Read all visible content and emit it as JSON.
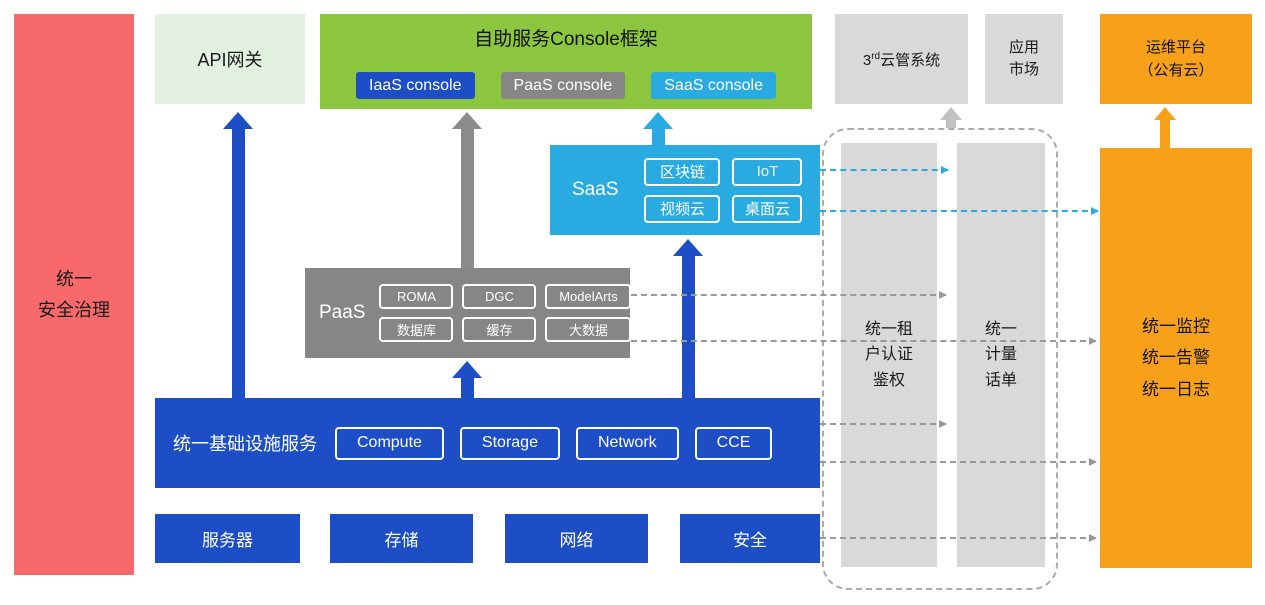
{
  "colors": {
    "red": "#F8696C",
    "light_green": "#E3F1E0",
    "green": "#8CC63F",
    "blue": "#1D4EC6",
    "light_blue": "#29ABE2",
    "gray": "#868686",
    "light_gray": "#D9D9D9",
    "orange": "#F7A11B",
    "dashed_line_gray": "#999999"
  },
  "security_bar": {
    "label": "统一\n安全治理"
  },
  "api_gateway": {
    "label": "API网关"
  },
  "console_frame": {
    "title": "自助服务Console框架",
    "buttons": [
      {
        "label": "IaaS console"
      },
      {
        "label": "PaaS console"
      },
      {
        "label": "SaaS console"
      }
    ]
  },
  "third_party_cloud": {
    "prefix": "3",
    "sup": "rd",
    "suffix": "云管系统"
  },
  "app_market": {
    "label": "应用\n市场"
  },
  "om_platform": {
    "label": "运维平台\n（公有云）"
  },
  "saas": {
    "label": "SaaS",
    "chips": [
      "区块链",
      "IoT",
      "视频云",
      "桌面云"
    ]
  },
  "paas": {
    "label": "PaaS",
    "chips": [
      "ROMA",
      "DGC",
      "ModelArts",
      "数据库",
      "缓存",
      "大数据"
    ]
  },
  "iaas": {
    "label": "统一基础设施服务",
    "chips": [
      "Compute",
      "Storage",
      "Network",
      "CCE"
    ]
  },
  "hardware": {
    "items": [
      "服务器",
      "存储",
      "网络",
      "安全"
    ]
  },
  "auth_bar": {
    "label": "统一租\n户认证\n鉴权"
  },
  "metering_bar": {
    "label": "统一\n计量\n话单"
  },
  "monitor_bar": {
    "label": "统一监控\n统一告警\n统一日志"
  }
}
